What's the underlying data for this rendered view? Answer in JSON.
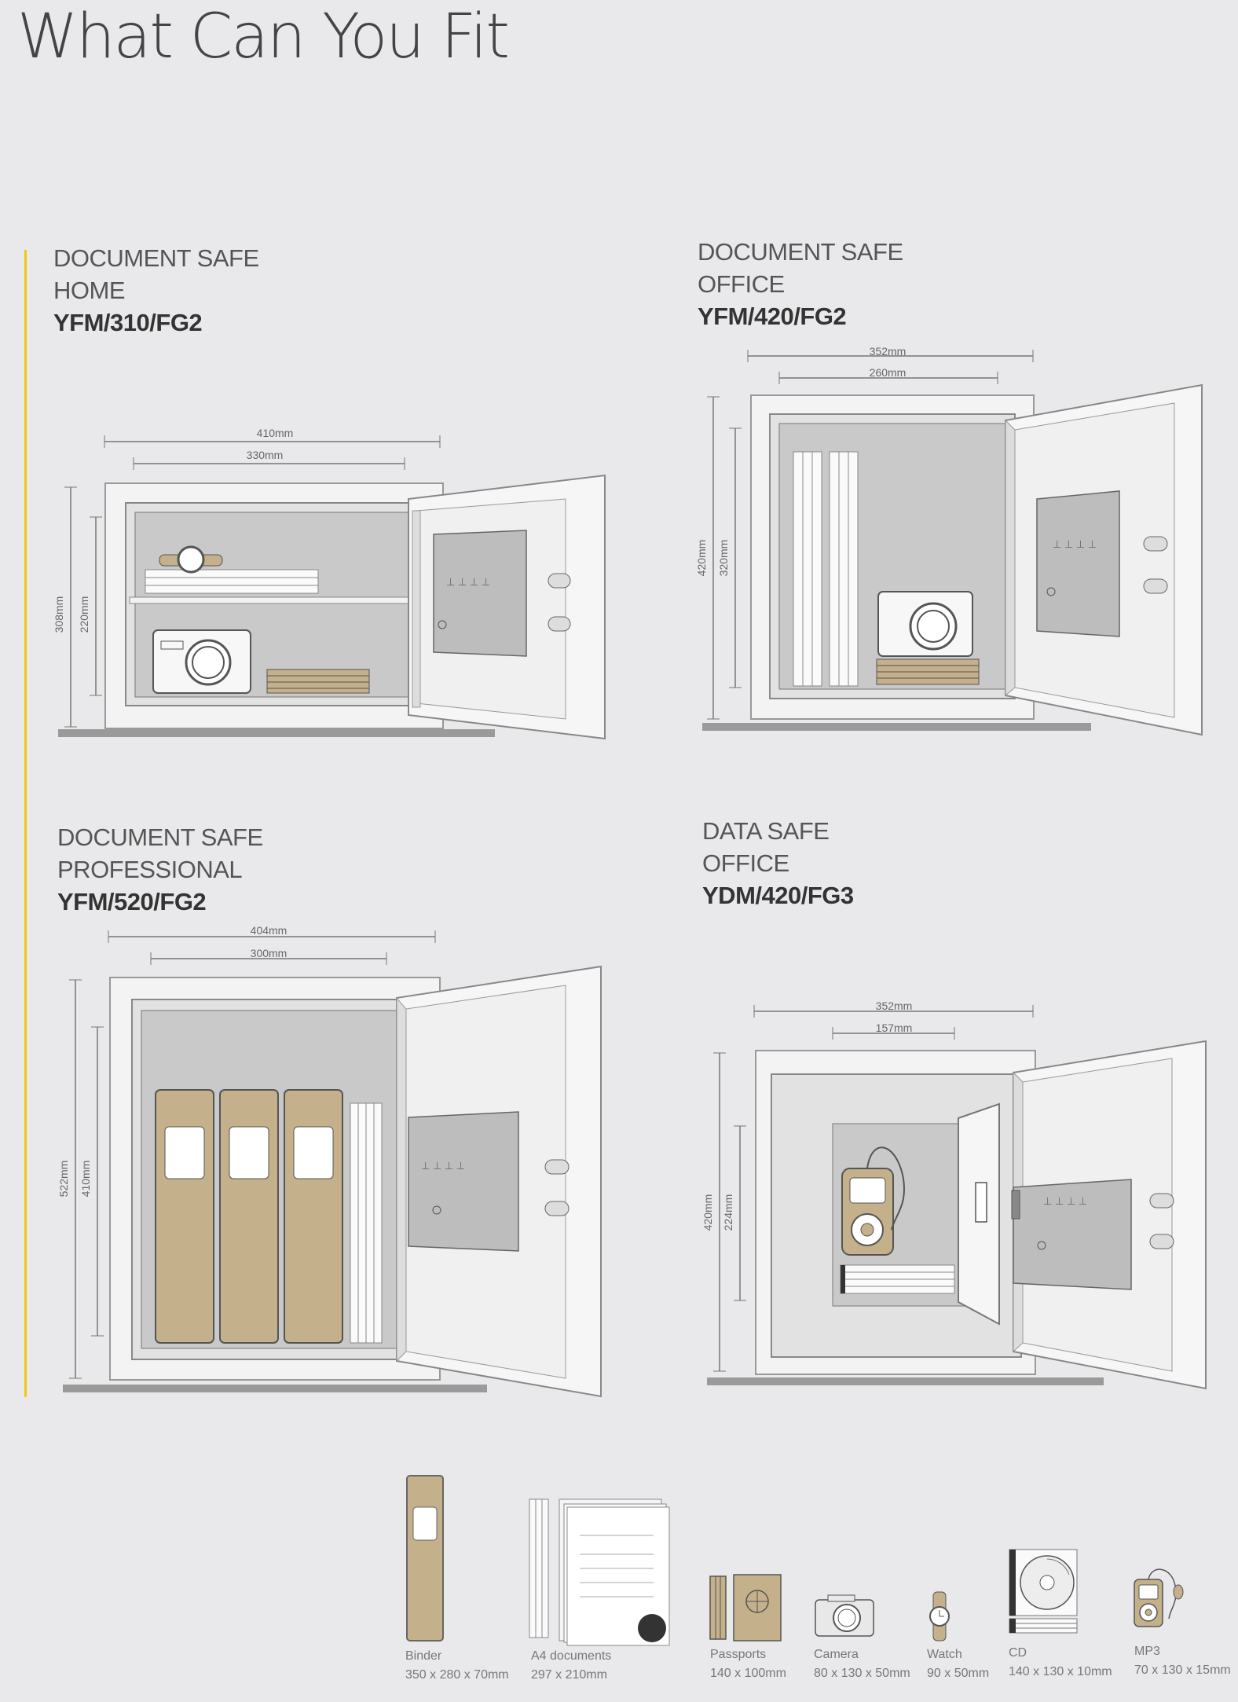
{
  "page": {
    "title": "What Can You Fit"
  },
  "colors": {
    "accent": "#f2c811",
    "binder": "#c4b08a",
    "line": "#888888",
    "shelf": "#d9d9d9"
  },
  "safes": [
    {
      "line1": "DOCUMENT SAFE",
      "line2": "HOME",
      "model": "YFM/310/FG2",
      "dims": {
        "outer_w": "410mm",
        "inner_w": "330mm",
        "outer_h": "308mm",
        "inner_h": "220mm"
      }
    },
    {
      "line1": "DOCUMENT SAFE",
      "line2": "OFFICE",
      "model": "YFM/420/FG2",
      "dims": {
        "outer_w": "352mm",
        "inner_w": "260mm",
        "outer_h": "420mm",
        "inner_h": "320mm"
      }
    },
    {
      "line1": "DOCUMENT SAFE",
      "line2": "PROFESSIONAL",
      "model": "YFM/520/FG2",
      "dims": {
        "outer_w": "404mm",
        "inner_w": "300mm",
        "outer_h": "522mm",
        "inner_h": "410mm"
      }
    },
    {
      "line1": "DATA SAFE",
      "line2": "OFFICE",
      "model": "YDM/420/FG3",
      "dims": {
        "outer_w": "352mm",
        "inner_w": "157mm",
        "outer_h": "420mm",
        "inner_h": "224mm"
      }
    }
  ],
  "legend": [
    {
      "name": "Binder",
      "size": "350 x 280 x 70mm",
      "icon": "binder-icon"
    },
    {
      "name": "A4 documents",
      "size": "297 x 210mm",
      "icon": "documents-icon"
    },
    {
      "name": "Passports",
      "size": "140 x 100mm",
      "icon": "passport-icon"
    },
    {
      "name": "Camera",
      "size": "80 x 130 x 50mm",
      "icon": "camera-icon"
    },
    {
      "name": "Watch",
      "size": "90 x 50mm",
      "icon": "watch-icon"
    },
    {
      "name": "CD",
      "size": "140 x 130 x 10mm",
      "icon": "cd-icon"
    },
    {
      "name": "MP3",
      "size": "70 x 130 x 15mm",
      "icon": "mp3-icon"
    }
  ]
}
